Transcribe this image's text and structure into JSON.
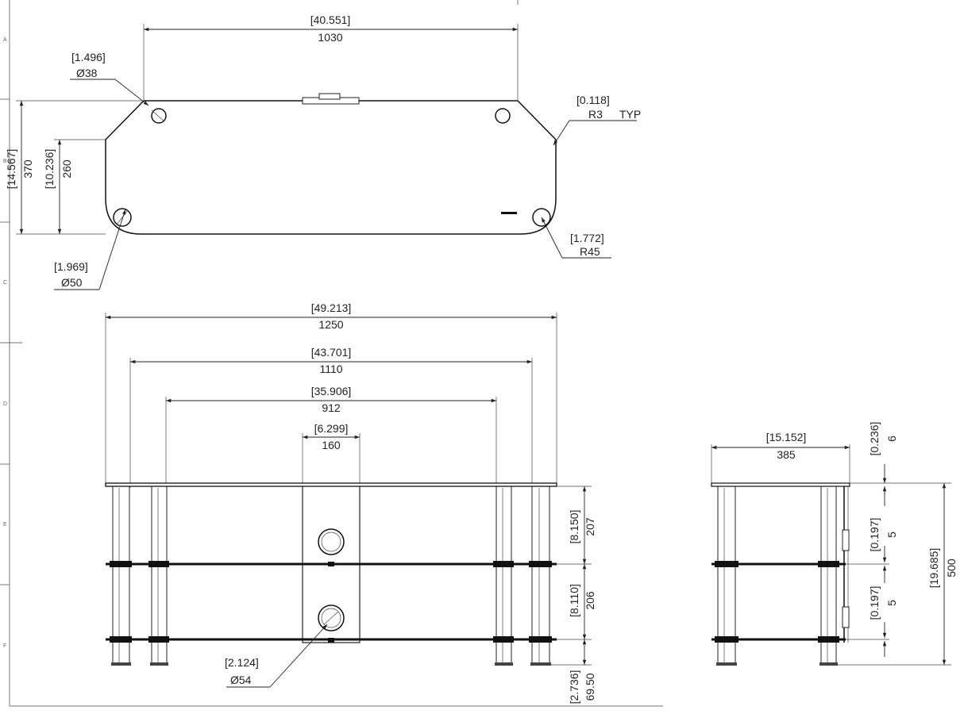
{
  "border_zones": [
    "A",
    "B",
    "C",
    "D",
    "E",
    "F"
  ],
  "top_view": {
    "width_in": "[40.551]",
    "width_mm": "1030",
    "hole_small_in": "[1.496]",
    "hole_small_mm": "Ø38",
    "corner_r_in": "[0.118]",
    "corner_r_mm": "R3",
    "corner_note": "TYP",
    "depth_in": "[14.567]",
    "depth_mm": "370",
    "side_in": "[10.236]",
    "side_mm": "260",
    "hole_large_in": "[1.969]",
    "hole_large_mm": "Ø50",
    "radius_in": "[1.772]",
    "radius_mm": "R45"
  },
  "front_view": {
    "overall_in": "[49.213]",
    "overall_mm": "1250",
    "outer_legs_in": "[43.701]",
    "outer_legs_mm": "1110",
    "inner_legs_in": "[35.906]",
    "inner_legs_mm": "912",
    "panel_in": "[6.299]",
    "panel_mm": "160",
    "gap1_in": "[8.150]",
    "gap1_mm": "207",
    "gap2_in": "[8.110]",
    "gap2_mm": "206",
    "foot_in": "[2.736]",
    "foot_mm": "69.50",
    "grommet_in": "[2.124]",
    "grommet_mm": "Ø54"
  },
  "side_view": {
    "depth_in": "[15.152]",
    "depth_mm": "385",
    "top_thk_in": "[0.236]",
    "top_thk_mm": "6",
    "shelf1_in": "[0.197]",
    "shelf1_mm": "5",
    "shelf2_in": "[0.197]",
    "shelf2_mm": "5",
    "height_in": "[19.685]",
    "height_mm": "500"
  }
}
